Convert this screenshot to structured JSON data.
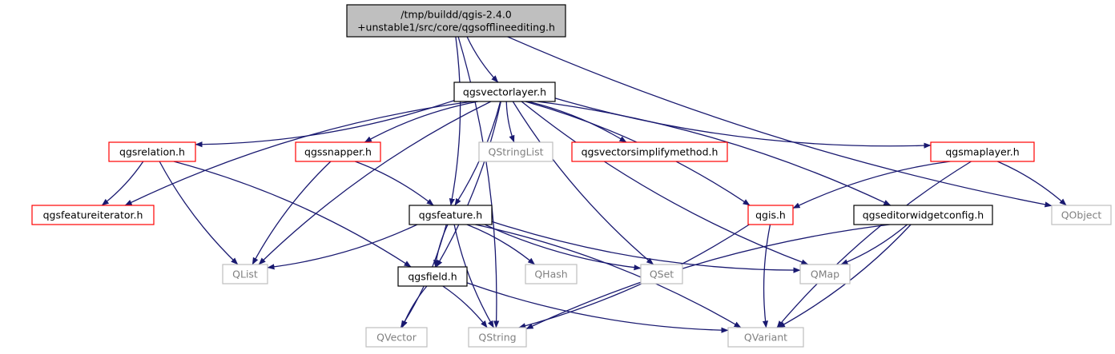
{
  "nodes": [
    {
      "id": "offline",
      "lines": [
        "/tmp/buildd/qgis-2.4.0",
        "+unstable1/src/core/qgsofflineediting.h"
      ],
      "style": "main"
    },
    {
      "id": "vectorlayer",
      "lines": [
        "qgsvectorlayer.h"
      ],
      "style": "doc"
    },
    {
      "id": "relation",
      "lines": [
        "qgsrelation.h"
      ],
      "style": "red"
    },
    {
      "id": "snapper",
      "lines": [
        "qgssnapper.h"
      ],
      "style": "red"
    },
    {
      "id": "stringlist",
      "lines": [
        "QStringList"
      ],
      "style": "ext"
    },
    {
      "id": "simplify",
      "lines": [
        "qgsvectorsimplifymethod.h"
      ],
      "style": "red"
    },
    {
      "id": "maplayer",
      "lines": [
        "qgsmaplayer.h"
      ],
      "style": "red"
    },
    {
      "id": "featureiterator",
      "lines": [
        "qgsfeatureiterator.h"
      ],
      "style": "red"
    },
    {
      "id": "feature",
      "lines": [
        "qgsfeature.h"
      ],
      "style": "doc"
    },
    {
      "id": "qgis",
      "lines": [
        "qgis.h"
      ],
      "style": "red"
    },
    {
      "id": "editorwidget",
      "lines": [
        "qgseditorwidgetconfig.h"
      ],
      "style": "doc"
    },
    {
      "id": "qobject",
      "lines": [
        "QObject"
      ],
      "style": "ext"
    },
    {
      "id": "qlist",
      "lines": [
        "QList"
      ],
      "style": "ext"
    },
    {
      "id": "field",
      "lines": [
        "qgsfield.h"
      ],
      "style": "doc"
    },
    {
      "id": "qhash",
      "lines": [
        "QHash"
      ],
      "style": "ext"
    },
    {
      "id": "qset",
      "lines": [
        "QSet"
      ],
      "style": "ext"
    },
    {
      "id": "qmap",
      "lines": [
        "QMap"
      ],
      "style": "ext"
    },
    {
      "id": "qvector",
      "lines": [
        "QVector"
      ],
      "style": "ext"
    },
    {
      "id": "qstring",
      "lines": [
        "QString"
      ],
      "style": "ext"
    },
    {
      "id": "qvariant",
      "lines": [
        "QVariant"
      ],
      "style": "ext"
    }
  ],
  "edges": [
    [
      "offline",
      "vectorlayer"
    ],
    [
      "offline",
      "feature"
    ],
    [
      "offline",
      "qobject"
    ],
    [
      "offline",
      "qstring"
    ],
    [
      "vectorlayer",
      "featureiterator"
    ],
    [
      "vectorlayer",
      "relation"
    ],
    [
      "vectorlayer",
      "qlist"
    ],
    [
      "vectorlayer",
      "field"
    ],
    [
      "vectorlayer",
      "snapper"
    ],
    [
      "vectorlayer",
      "feature"
    ],
    [
      "vectorlayer",
      "stringlist"
    ],
    [
      "vectorlayer",
      "simplify"
    ],
    [
      "vectorlayer",
      "qset"
    ],
    [
      "vectorlayer",
      "qgis"
    ],
    [
      "vectorlayer",
      "qmap"
    ],
    [
      "vectorlayer",
      "editorwidget"
    ],
    [
      "vectorlayer",
      "maplayer"
    ],
    [
      "relation",
      "featureiterator"
    ],
    [
      "relation",
      "qlist"
    ],
    [
      "relation",
      "field"
    ],
    [
      "snapper",
      "qlist"
    ],
    [
      "snapper",
      "feature"
    ],
    [
      "maplayer",
      "qgis"
    ],
    [
      "maplayer",
      "qobject"
    ],
    [
      "maplayer",
      "qvariant"
    ],
    [
      "feature",
      "qlist"
    ],
    [
      "feature",
      "field"
    ],
    [
      "feature",
      "qvector"
    ],
    [
      "feature",
      "qstring"
    ],
    [
      "feature",
      "qhash"
    ],
    [
      "feature",
      "qset"
    ],
    [
      "feature",
      "qvariant"
    ],
    [
      "feature",
      "qmap"
    ],
    [
      "qgis",
      "qstring"
    ],
    [
      "qgis",
      "qvariant"
    ],
    [
      "editorwidget",
      "qmap"
    ],
    [
      "editorwidget",
      "qstring"
    ],
    [
      "editorwidget",
      "qvariant"
    ],
    [
      "field",
      "qvector"
    ],
    [
      "field",
      "qstring"
    ],
    [
      "field",
      "qvariant"
    ]
  ],
  "colors": {
    "edge": "#191970",
    "main_fill": "#bfbfbf",
    "doc_border": "#000000",
    "red_border": "#ff0000",
    "ext_border": "#bfbfbf",
    "ext_text": "#808080"
  }
}
